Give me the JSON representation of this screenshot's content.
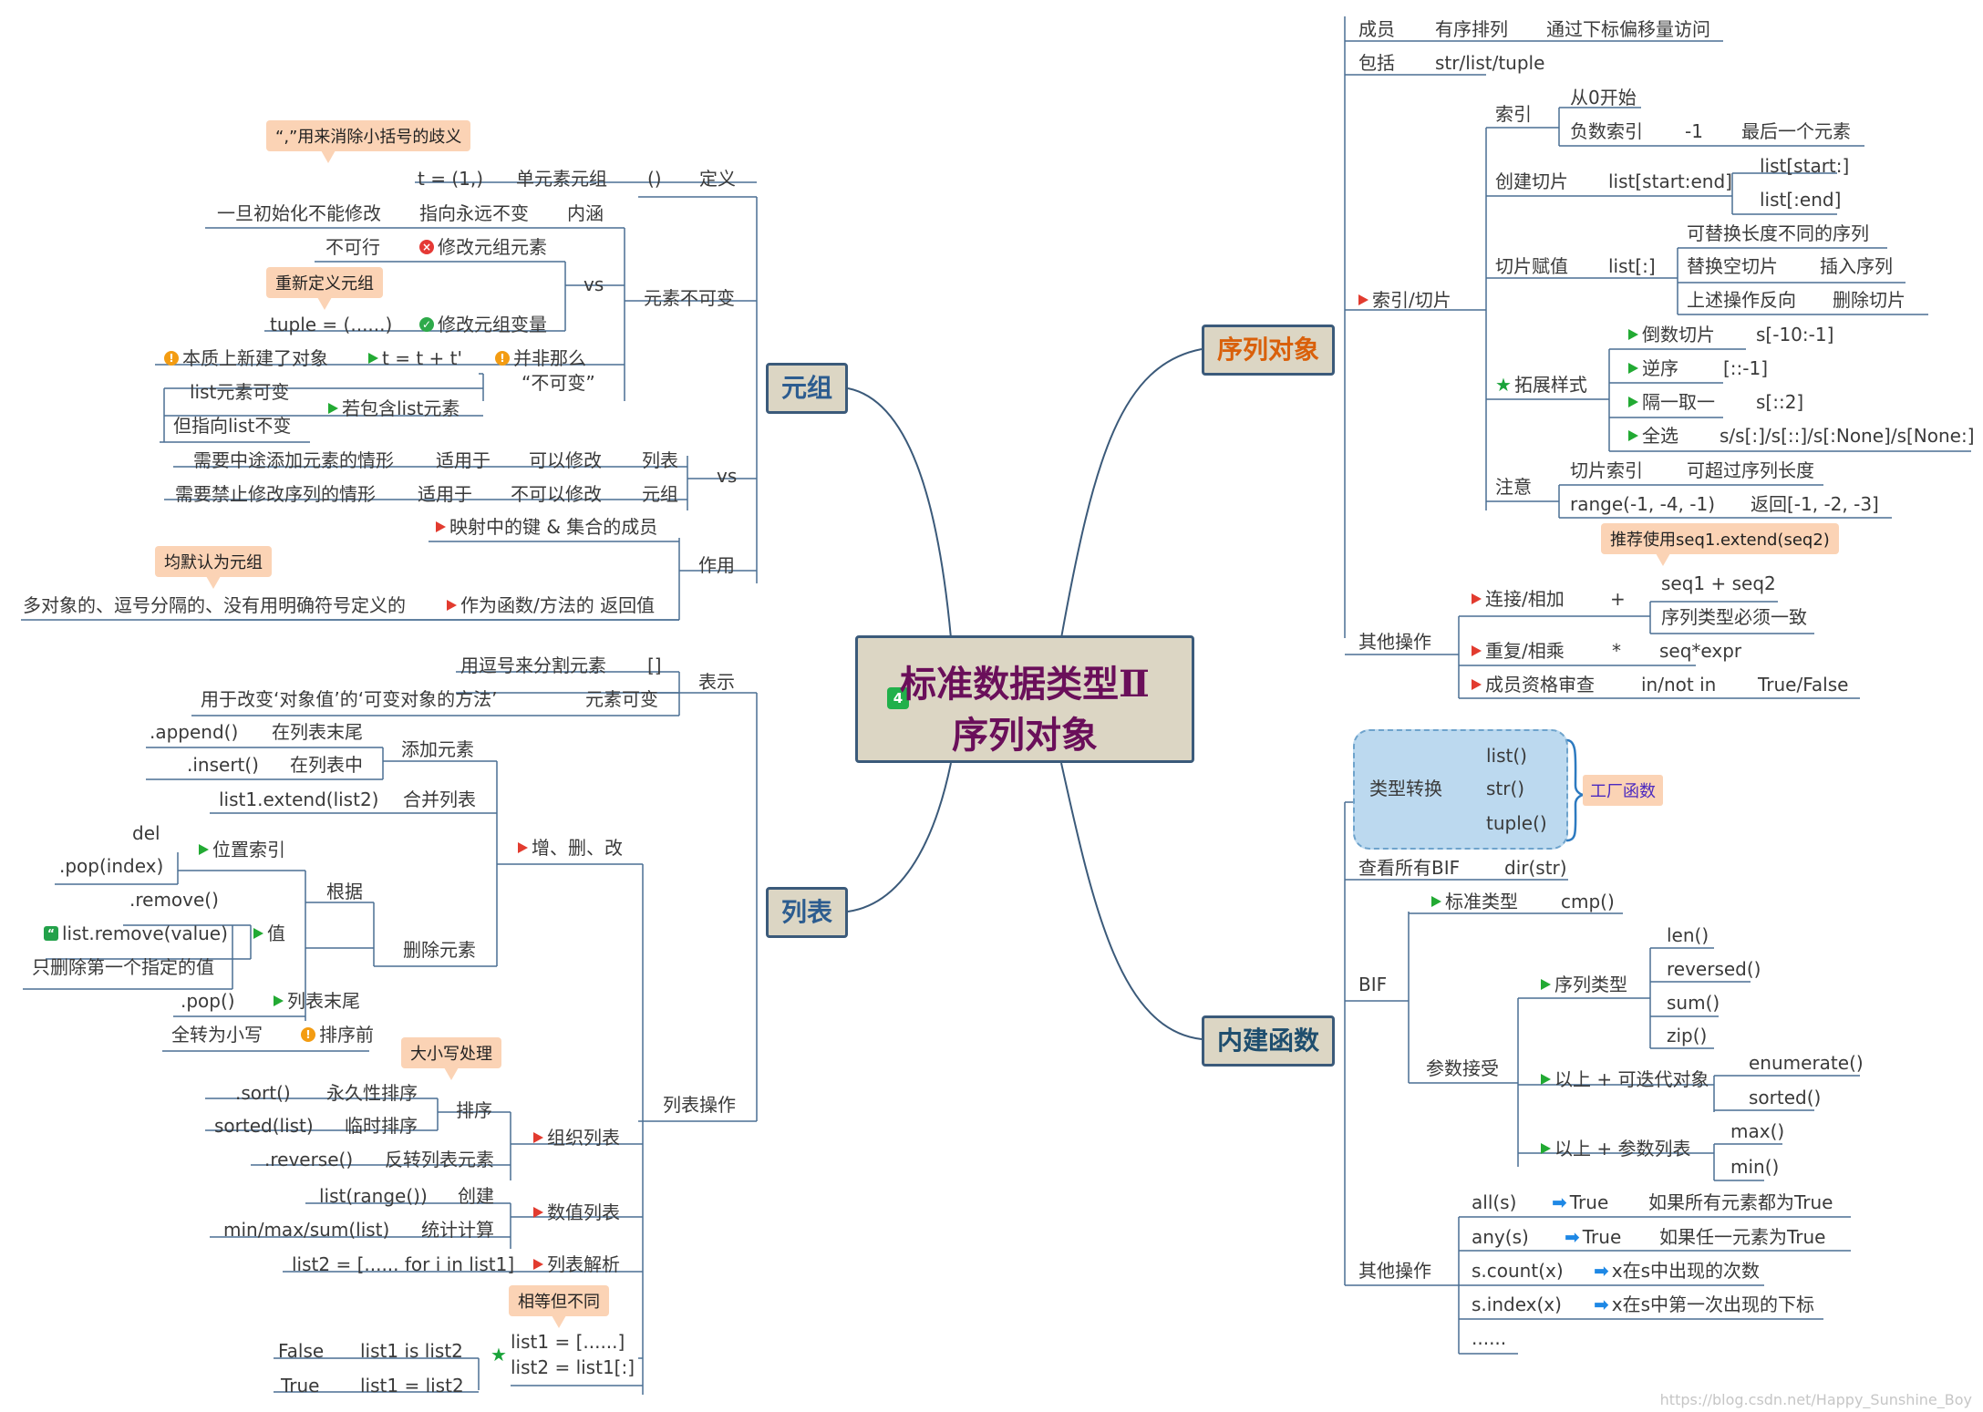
{
  "root": {
    "number": "4",
    "line1": "标准数据类型Ⅱ",
    "line2": "序列对象"
  },
  "branches": {
    "tuple": "元组",
    "list": "列表",
    "seq": "序列对象",
    "builtin": "内建函数"
  },
  "tuple": {
    "definition": "定义",
    "paren": "()",
    "single": "单元素元组",
    "single_example": "t = (1,)",
    "callout_comma": "“,”用来消除小括号的歧义",
    "immutable": "元素不可变",
    "meaning": "内涵",
    "meaning_text": "指向永远不变",
    "meaning_detail": "一旦初始化不能修改",
    "vs": "vs",
    "modify_elem": "修改元组元素",
    "not_ok": "不可行",
    "modify_var": "修改元组变量",
    "redefine_callout": "重新定义元组",
    "redefine_example": "tuple = (......)",
    "not_so": "并非那么",
    "not_so2": "“不可变”",
    "t_plus": "t = t + t'",
    "new_obj": "本质上新建了对象",
    "contains_list": "若包含list元素",
    "list_mutable": "list元素可变",
    "points_list": "但指向list不变",
    "vs2": "vs",
    "list_label": "列表",
    "can_modify": "可以修改",
    "fit_for": "适用于",
    "need_add": "需要中途添加元素的情形",
    "tuple_label": "元组",
    "cannot_modify": "不可以修改",
    "fit_for2": "适用于",
    "need_forbid": "需要禁止修改序列的情形",
    "usage": "作用",
    "map_key": "映射中的键 & 集合的成员",
    "return_val": "作为函数/方法的 返回值",
    "multi_obj": "多对象的、逗号分隔的、没有用明确符号定义的",
    "default_callout": "均默认为元组"
  },
  "list": {
    "repr": "表示",
    "brackets": "[]",
    "comma_sep": "用逗号来分割元素",
    "mutable": "元素可变",
    "mutable_desc": "用于改变‘对象值’的‘可变对象的方法’",
    "ops": "列表操作",
    "crud": "增、删、改",
    "add": "添加元素",
    "append": ".append()",
    "append_desc": "在列表末尾",
    "insert": ".insert()",
    "insert_desc": "在列表中",
    "merge": "合并列表",
    "extend": "list1.extend(list2)",
    "delete": "删除元素",
    "by": "根据",
    "pos_index": "位置索引",
    "del": "del",
    "pop_index": ".pop(index)",
    "value": "值",
    "remove": ".remove()",
    "list_remove": "list.remove(value)",
    "only_first": "只删除第一个指定的值",
    "list_end": "列表末尾",
    "pop": ".pop()",
    "organize": "组织列表",
    "before_sort": "排序前",
    "lower_all": "全转为小写",
    "case_callout": "大小写处理",
    "sort": "排序",
    "sort_m": ".sort()",
    "sort_perm": "永久性排序",
    "sorted": "sorted(list)",
    "sort_temp": "临时排序",
    "reverse": ".reverse()",
    "reverse_desc": "反转列表元素",
    "numeric": "数值列表",
    "create": "创建",
    "list_range": "list(range())",
    "stats": "统计计算",
    "minmaxsum": "min/max/sum(list)",
    "comprehension": "列表解析",
    "comp_example": "list2 = [...... for i in list1]",
    "equal_callout": "相等但不同",
    "l1": "list1 = [......]",
    "l2": "list2 = list1[:]",
    "is_false": "False",
    "is_expr": "list1 is list2",
    "eq_true": "True",
    "eq_expr": "list1 = list2"
  },
  "seq": {
    "member": "成员",
    "ordered": "有序排列",
    "by_index": "通过下标偏移量访问",
    "include": "包括",
    "types": "str/list/tuple",
    "index_slice": "索引/切片",
    "index": "索引",
    "from_zero": "从0开始",
    "neg_index": "负数索引",
    "neg_one": "-1",
    "last_elem": "最后一个元素",
    "create_slice": "创建切片",
    "slice_expr": "list[start:end]",
    "slice_a": "list[start:]",
    "slice_b": "list[:end]",
    "slice_assign": "切片赋值",
    "slice_all": "list[:]",
    "replace_len": "可替换长度不同的序列",
    "replace_empty": "替换空切片",
    "insert_seq": "插入序列",
    "reverse_op": "上述操作反向",
    "delete_slice": "删除切片",
    "ext_style": "拓展样式",
    "rev_slice": "倒数切片",
    "rev_slice_ex": "s[-10:-1]",
    "reverse": "逆序",
    "reverse_ex": "[::-1]",
    "every_other": "隔一取一",
    "every_other_ex": "s[::2]",
    "select_all": "全选",
    "select_all_ex": "s/s[:]/s[::]/s[:None]/s[None:]",
    "note": "注意",
    "slice_idx": "切片索引",
    "exceed": "可超过序列长度",
    "range_ex": "range(-1, -4, -1)",
    "return_ex": "返回[-1, -2, -3]",
    "other_ops": "其他操作",
    "extend_callout": "推荐使用seq1.extend(seq2)",
    "concat": "连接/相加",
    "plus": "+",
    "concat_ex": "seq1 + seq2",
    "same_type": "序列类型必须一致",
    "repeat": "重复/相乘",
    "star": "*",
    "repeat_ex": "seq*expr",
    "membership": "成员资格审查",
    "in_not": "in/not in",
    "bool": "True/False"
  },
  "builtin": {
    "type_conv": "类型转换",
    "f_list": "list()",
    "f_str": "str()",
    "f_tuple": "tuple()",
    "factory": "工厂函数",
    "view_all": "查看所有BIF",
    "dir": "dir(str)",
    "bif": "BIF",
    "std_type": "标准类型",
    "cmp": "cmp()",
    "seq_type": "序列类型",
    "len": "len()",
    "reversed": "reversed()",
    "sum": "sum()",
    "zip": "zip()",
    "param": "参数接受",
    "plus_iter": "以上 + 可迭代对象",
    "enumerate": "enumerate()",
    "sorted": "sorted()",
    "plus_params": "以上 + 参数列表",
    "max": "max()",
    "min": "min()",
    "other_ops": "其他操作",
    "all": "all(s)",
    "all_true": "True",
    "all_desc": "如果所有元素都为True",
    "any": "any(s)",
    "any_true": "True",
    "any_desc": "如果任一元素为True",
    "count": "s.count(x)",
    "count_desc": "x在s中出现的次数",
    "sindex": "s.index(x)",
    "sindex_desc": "x在s中第一次出现的下标",
    "ellipsis": "......"
  },
  "watermark": "https://blog.csdn.net/Happy_Sunshine_Boy",
  "colors": {
    "line": "#3b5a7a",
    "flag_red": "#e23b2f",
    "flag_green": "#22aa33",
    "callout": "#fbd3b5"
  }
}
